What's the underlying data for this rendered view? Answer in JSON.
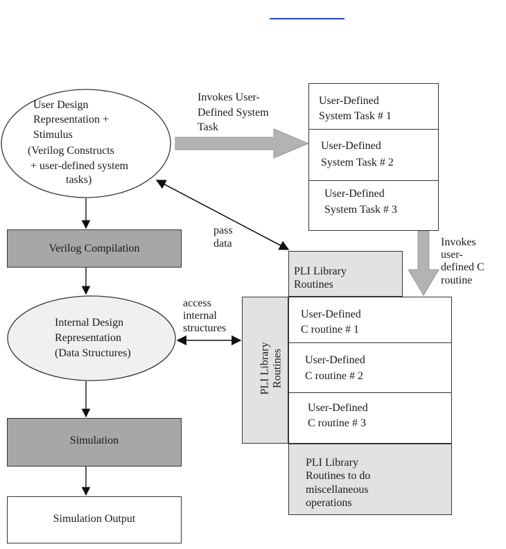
{
  "diagram": {
    "top_link_color": "#1f3fd0",
    "user_design": {
      "lines": [
        "User Design",
        "Representation +",
        "Stimulus",
        "(Verilog Constructs",
        "+ user-defined system",
        "tasks)"
      ]
    },
    "invokes_task_label": [
      "Invokes User-",
      "Defined System",
      "Task"
    ],
    "system_tasks": [
      [
        "User-Defined",
        "System Task # 1"
      ],
      [
        "User-Defined",
        "System Task # 2"
      ],
      [
        "User-Defined",
        "System Task # 3"
      ]
    ],
    "pass_data_label": [
      "pass",
      "data"
    ],
    "verilog_compilation": "Verilog Compilation",
    "invokes_c_label": [
      "Invokes",
      "user-",
      "defined C",
      "routine"
    ],
    "pli_top": [
      "PLI Library",
      "Routines"
    ],
    "access_label": [
      "access",
      "internal",
      "structures"
    ],
    "internal_design": [
      "Internal Design",
      "Representation",
      "(Data Structures)"
    ],
    "pli_side": [
      "PLI Library",
      "Routines"
    ],
    "c_routines": [
      [
        "User-Defined",
        "C routine # 1"
      ],
      [
        "User-Defined",
        "C routine # 2"
      ],
      [
        "User-Defined",
        "C routine # 3"
      ]
    ],
    "pli_misc": [
      "PLI Library",
      "Routines to do",
      "miscellaneous",
      "operations"
    ],
    "simulation": "Simulation",
    "simulation_output": "Simulation Output"
  }
}
